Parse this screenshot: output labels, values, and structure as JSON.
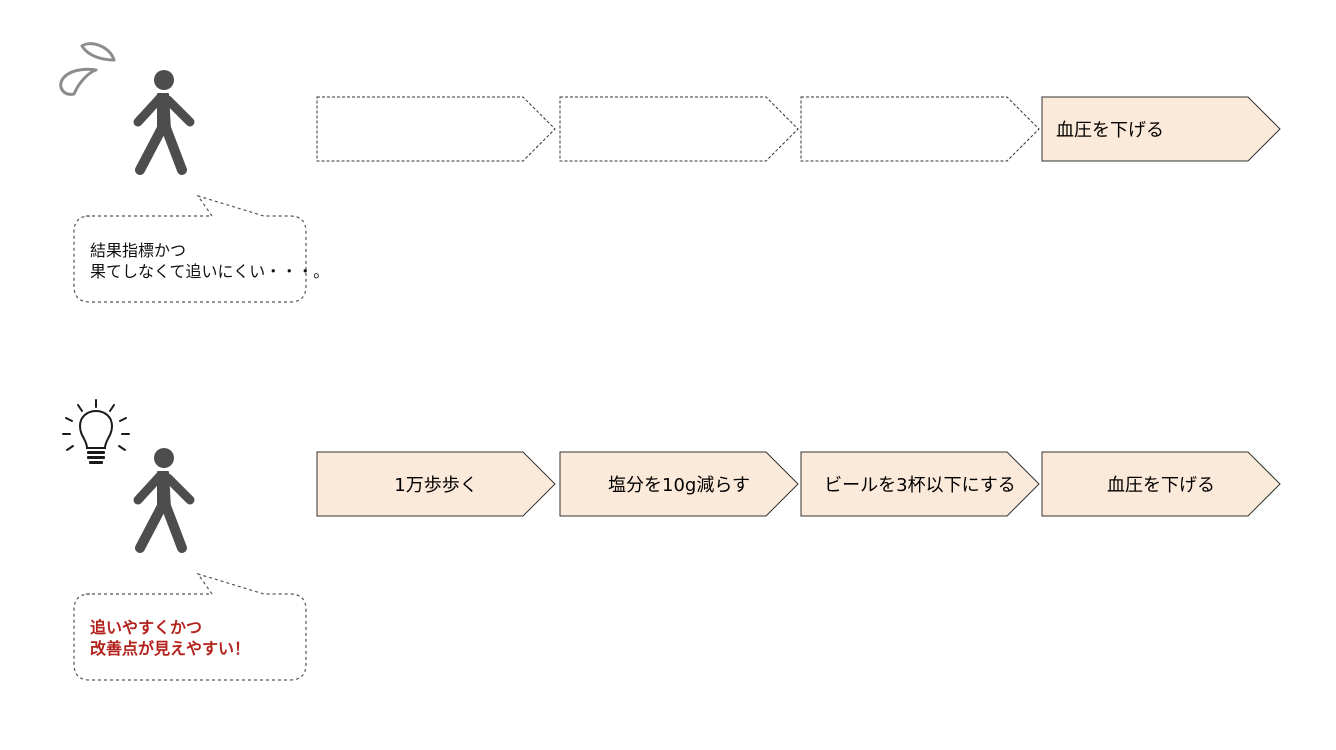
{
  "colors": {
    "step_fill": "#fbe9d9",
    "step_stroke": "#333333",
    "icon": "#4d4d4d",
    "accent_text": "#b3231d"
  },
  "rows": [
    {
      "name": "before",
      "person_icon": "walking-person-icon",
      "decor_icon": "sweat-drops-icon",
      "steps": [
        {
          "label": "",
          "filled": false
        },
        {
          "label": "",
          "filled": false
        },
        {
          "label": "",
          "filled": false
        },
        {
          "label": "血圧を下げる",
          "filled": true
        }
      ],
      "bubble": {
        "lines": [
          "結果指標かつ",
          "果てしなくて追いにくい・・・。"
        ],
        "style": "normal"
      }
    },
    {
      "name": "after",
      "person_icon": "walking-person-icon",
      "decor_icon": "lightbulb-icon",
      "steps": [
        {
          "label": "1万歩歩く",
          "filled": true
        },
        {
          "label": "塩分を10g減らす",
          "filled": true
        },
        {
          "label": "ビールを3杯以下にする",
          "filled": true
        },
        {
          "label": "血圧を下げる",
          "filled": true
        }
      ],
      "bubble": {
        "lines": [
          "追いやすくかつ",
          "改善点が見えやすい！"
        ],
        "style": "accent"
      }
    }
  ]
}
